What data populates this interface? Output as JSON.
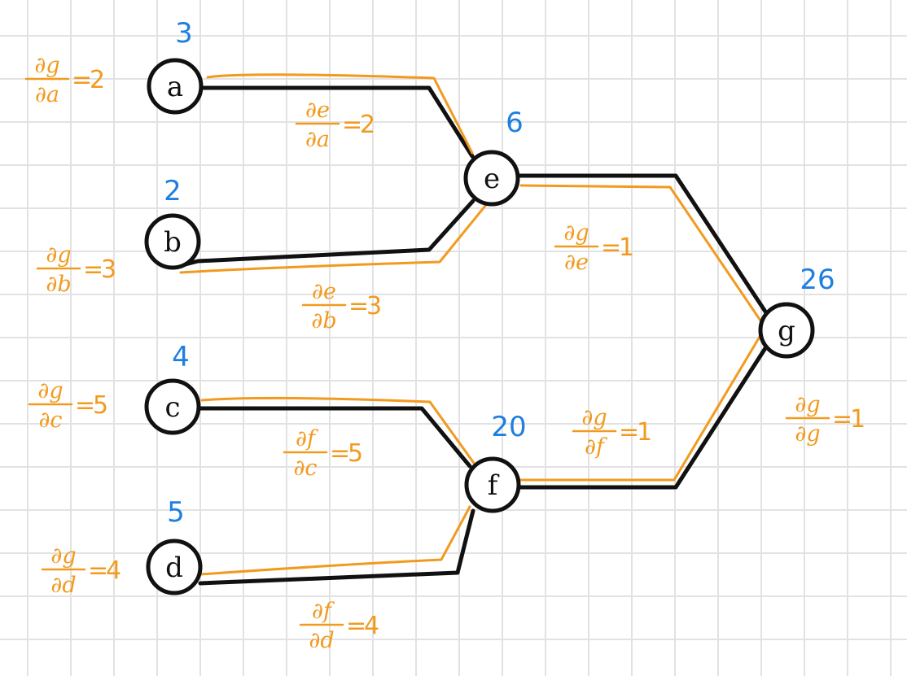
{
  "colors": {
    "wire": "#111111",
    "gradient": "#f29a1e",
    "value": "#1f7fe0",
    "node_stroke": "#111111"
  },
  "nodes": [
    {
      "id": "a",
      "label": "a",
      "value": "3"
    },
    {
      "id": "b",
      "label": "b",
      "value": "2"
    },
    {
      "id": "c",
      "label": "c",
      "value": "4"
    },
    {
      "id": "d",
      "label": "d",
      "value": "5"
    },
    {
      "id": "e",
      "label": "e",
      "value": "6"
    },
    {
      "id": "f",
      "label": "f",
      "value": "20"
    },
    {
      "id": "g",
      "label": "g",
      "value": "26"
    }
  ],
  "edges": [
    {
      "from": "a",
      "to": "e",
      "grad_num": "∂e",
      "grad_den": "∂a",
      "grad_value": "2"
    },
    {
      "from": "b",
      "to": "e",
      "grad_num": "∂e",
      "grad_den": "∂b",
      "grad_value": "3"
    },
    {
      "from": "c",
      "to": "f",
      "grad_num": "∂f",
      "grad_den": "∂c",
      "grad_value": "5"
    },
    {
      "from": "d",
      "to": "f",
      "grad_num": "∂f",
      "grad_den": "∂d",
      "grad_value": "4"
    },
    {
      "from": "e",
      "to": "g",
      "grad_num": "∂g",
      "grad_den": "∂e",
      "grad_value": "1"
    },
    {
      "from": "f",
      "to": "g",
      "grad_num": "∂g",
      "grad_den": "∂f",
      "grad_value": "1"
    }
  ],
  "node_gradients": [
    {
      "node": "a",
      "num": "∂g",
      "den": "∂a",
      "value": "2"
    },
    {
      "node": "b",
      "num": "∂g",
      "den": "∂b",
      "value": "3"
    },
    {
      "node": "c",
      "num": "∂g",
      "den": "∂c",
      "value": "5"
    },
    {
      "node": "d",
      "num": "∂g",
      "den": "∂d",
      "value": "4"
    },
    {
      "node": "g",
      "num": "∂g",
      "den": "∂g",
      "value": "1"
    }
  ]
}
